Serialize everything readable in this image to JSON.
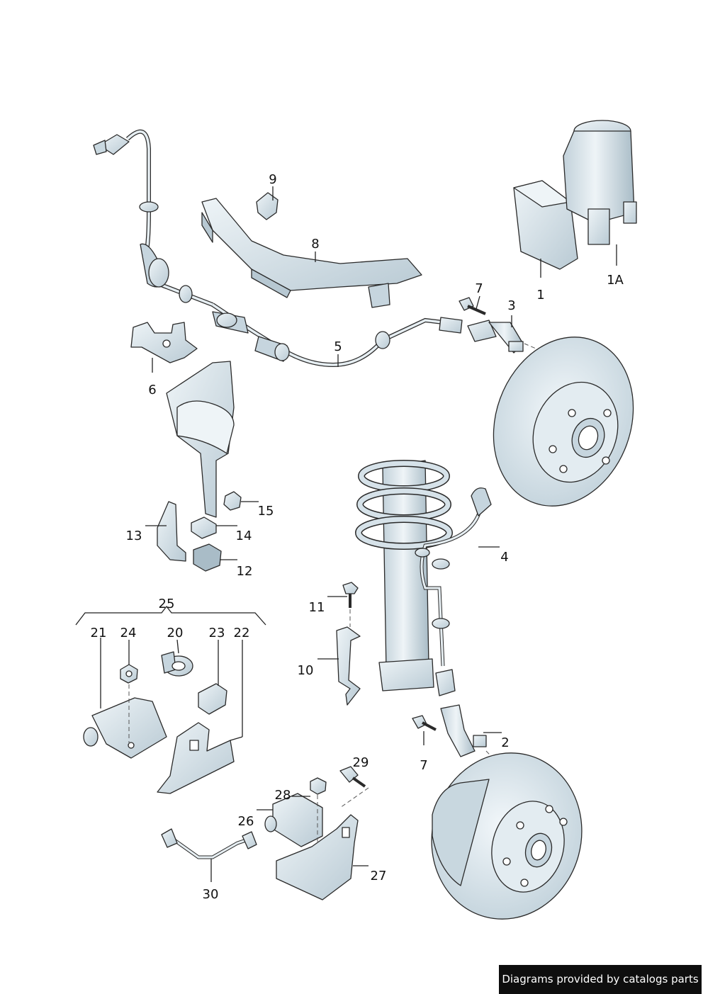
{
  "callouts": {
    "c1": "1",
    "c1A": "1A",
    "c2": "2",
    "c3": "3",
    "c4": "4",
    "c5": "5",
    "c6": "6",
    "c7a": "7",
    "c7b": "7",
    "c8": "8",
    "c9": "9",
    "c10": "10",
    "c11": "11",
    "c12": "12",
    "c13": "13",
    "c14": "14",
    "c15": "15",
    "c20": "20",
    "c21": "21",
    "c22": "22",
    "c23": "23",
    "c24": "24",
    "c25": "25",
    "c26": "26",
    "c27": "27",
    "c28": "28",
    "c29": "29",
    "c30": "30"
  },
  "footer": {
    "text": "Diagrams provided by catalogs parts"
  },
  "colors": {
    "part_fill": "#dde8ee",
    "part_shadow": "#b7c8d2",
    "line": "#222222",
    "footer_bg": "#0e0e0e"
  }
}
